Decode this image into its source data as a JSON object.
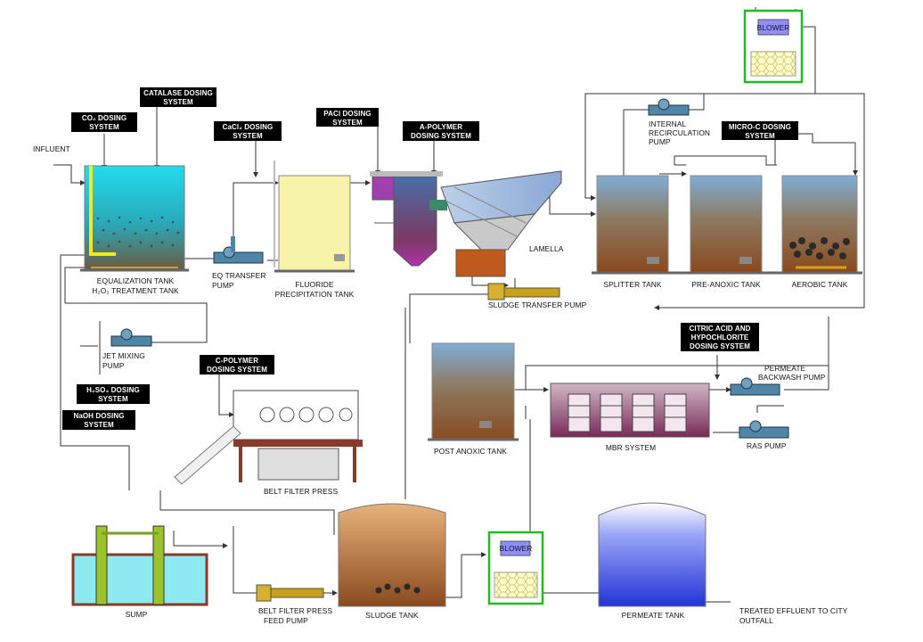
{
  "labels": {
    "influent": "INFLUENT",
    "eq_tank_1": "EQUALIZATION TANK",
    "eq_tank_2": "H₂O₂ TREATMENT TANK",
    "eq_pump_1": "EQ TRANSFER",
    "eq_pump_2": "PUMP",
    "fluoride_1": "FLUORIDE",
    "fluoride_2": "PRECIPITATION TANK",
    "lamella": "LAMELLA",
    "splitter": "SPLITTER TANK",
    "pre_anoxic": "PRE-ANOXIC TANK",
    "aerobic": "AEROBIC TANK",
    "internal_1": "INTERNAL",
    "internal_2": "RECIRCULATION",
    "internal_3": "PUMP",
    "blower_top": "BLOWER",
    "blower_bottom": "BLOWER",
    "sludge_transfer": "SLUDGE TRANSFER PUMP",
    "jet_1": "JET MIXING",
    "jet_2": "PUMP",
    "post_anoxic": "POST ANOXIC TANK",
    "mbr": "MBR SYSTEM",
    "permeate_pump_1": "PERMEATE",
    "permeate_pump_2": "BACKWASH  PUMP",
    "ras": "RAS PUMP",
    "belt_press": "BELT FILTER PRESS",
    "sump": "SUMP",
    "bfp_feed_1": "BELT FILTER PRESS",
    "bfp_feed_2": "FEED PUMP",
    "sludge_tank": "SLUDGE TANK",
    "permeate_tank": "PERMEATE TANK",
    "treated_1": "TREATED EFFLUENT TO CITY",
    "treated_2": "OUTFALL"
  },
  "boxes": {
    "co2_1": "CO₂ DOSING",
    "co2_2": "SYSTEM",
    "catalase_1": "CATALASE DOSING",
    "catalase_2": "SYSTEM",
    "cacl2_1": "CaCl₂ DOSING",
    "cacl2_2": "SYSTEM",
    "paci_1": "PACl DOSING",
    "paci_2": "SYSTEM",
    "apoly_1": "A-POLYMER",
    "apoly_2": "DOSING SYSTEM",
    "microc_1": "MICRO-C DOSING",
    "microc_2": "SYSTEM",
    "citric_1": "CITRIC ACID AND",
    "citric_2": "HYPOCHLORITE",
    "citric_3": "DOSING SYSTEM",
    "cpoly_1": "C-POLYMER",
    "cpoly_2": "DOSING SYSTEM",
    "h2so4_1": "H₂SO₄ DOSING",
    "h2so4_2": "SYSTEM",
    "naoh_1": "NaOH DOSING",
    "naoh_2": "SYSTEM"
  },
  "colors": {
    "dosing_box": "#000000",
    "blower_frame": "#22bb22",
    "blower_panel": "#8f8fff",
    "pump_body": "#4f86a8",
    "eq_water": "#22d0e8",
    "fluoride_water": "#f7f3a8",
    "sludge_brown": "#8a4a1e",
    "sump_water": "#8ceaf0",
    "permeate_water": "#2f46e0",
    "mbr_fill": "#8a3a6a"
  }
}
